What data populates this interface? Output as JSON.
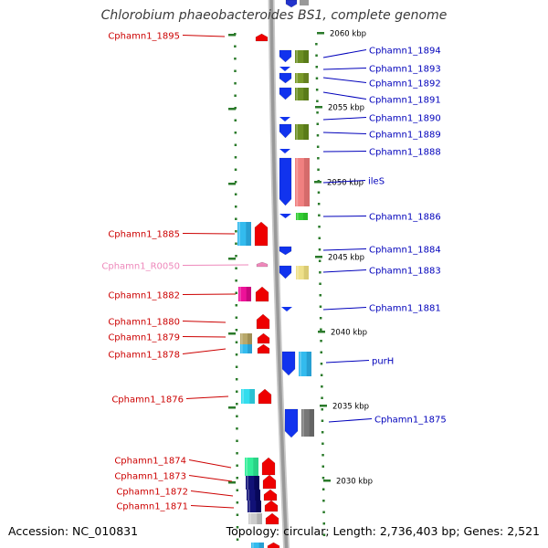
{
  "title": "Chlorobium phaeobacteroides BS1, complete genome",
  "footer": {
    "accession_label": "Accession:",
    "accession": "NC_010831",
    "topology_label": "Topology:",
    "topology": "circular",
    "length_label": "Length:",
    "length": "2,736,403 bp",
    "genes_label": "Genes:",
    "genes": "2,521"
  },
  "colors": {
    "left_label": "#cc0000",
    "right_label": "#0000bb",
    "rna_label": "#ee88bb",
    "backbone": "#999999",
    "tick": "#2a7a2a"
  },
  "scale_labels": [
    {
      "text": "2060 kbp",
      "kbp": 2060
    },
    {
      "text": "2055 kbp",
      "kbp": 2055
    },
    {
      "text": "2050 kbp",
      "kbp": 2050
    },
    {
      "text": "2045 kbp",
      "kbp": 2045
    },
    {
      "text": "2040 kbp",
      "kbp": 2040
    },
    {
      "text": "2035 kbp",
      "kbp": 2035
    },
    {
      "text": "2030 kbp",
      "kbp": 2030
    }
  ],
  "left_genes": [
    {
      "label": "Cphamn1_1895",
      "kind": "cds"
    },
    {
      "label": "Cphamn1_1885",
      "kind": "cds"
    },
    {
      "label": "Cphamn1_R0050",
      "kind": "rna"
    },
    {
      "label": "Cphamn1_1882",
      "kind": "cds"
    },
    {
      "label": "Cphamn1_1880",
      "kind": "cds"
    },
    {
      "label": "Cphamn1_1879",
      "kind": "cds"
    },
    {
      "label": "Cphamn1_1878",
      "kind": "cds"
    },
    {
      "label": "Cphamn1_1876",
      "kind": "cds"
    },
    {
      "label": "Cphamn1_1874",
      "kind": "cds"
    },
    {
      "label": "Cphamn1_1873",
      "kind": "cds"
    },
    {
      "label": "Cphamn1_1872",
      "kind": "cds"
    },
    {
      "label": "Cphamn1_1871",
      "kind": "cds"
    }
  ],
  "right_genes": [
    {
      "label": "Cphamn1_1894"
    },
    {
      "label": "Cphamn1_1893"
    },
    {
      "label": "Cphamn1_1892"
    },
    {
      "label": "Cphamn1_1891"
    },
    {
      "label": "Cphamn1_1890"
    },
    {
      "label": "Cphamn1_1889"
    },
    {
      "label": "Cphamn1_1888"
    },
    {
      "label": "ileS"
    },
    {
      "label": "Cphamn1_1886"
    },
    {
      "label": "Cphamn1_1884"
    },
    {
      "label": "Cphamn1_1883"
    },
    {
      "label": "Cphamn1_1881"
    },
    {
      "label": "purH"
    },
    {
      "label": "Cphamn1_1875"
    }
  ]
}
